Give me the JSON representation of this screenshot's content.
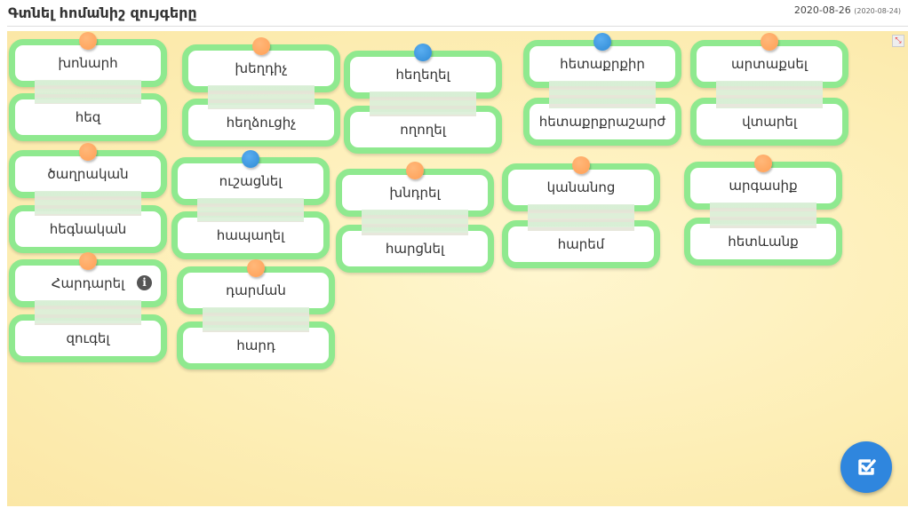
{
  "header": {
    "title": "Գտնել հոմանիշ զույգերը",
    "date": "2020-08-26",
    "date_secondary": "(2020-08-24)"
  },
  "colors": {
    "card_border": "#8fe98f",
    "pin_orange": "#ff9f55",
    "pin_blue": "#2f8ad6",
    "check_button": "#2f86de"
  },
  "pairs": [
    {
      "top": "խոնարհ",
      "bottom": "հեզ",
      "pin": "orange"
    },
    {
      "top": "խեղդիչ",
      "bottom": "հեղձուցիչ",
      "pin": "orange"
    },
    {
      "top": "հեղեղել",
      "bottom": "ողողել",
      "pin": "blue"
    },
    {
      "top": "հետաքրքիր",
      "bottom": "հետաքրքրաշարժ",
      "pin": "blue"
    },
    {
      "top": "արտաքսել",
      "bottom": "վտարել",
      "pin": "orange"
    },
    {
      "top": "ծաղրական",
      "bottom": "հեգնական",
      "pin": "orange"
    },
    {
      "top": "ուշացնել",
      "bottom": "հապաղել",
      "pin": "blue"
    },
    {
      "top": "խնդրել",
      "bottom": "հարցնել",
      "pin": "orange"
    },
    {
      "top": "կանանոց",
      "bottom": "հարեմ",
      "pin": "orange"
    },
    {
      "top": "արգասիք",
      "bottom": "հետևանք",
      "pin": "orange"
    },
    {
      "top": "Հարդարել",
      "bottom": "զուգել",
      "pin": "orange",
      "info": true
    },
    {
      "top": "դարման",
      "bottom": "հարդ",
      "pin": "orange"
    }
  ]
}
